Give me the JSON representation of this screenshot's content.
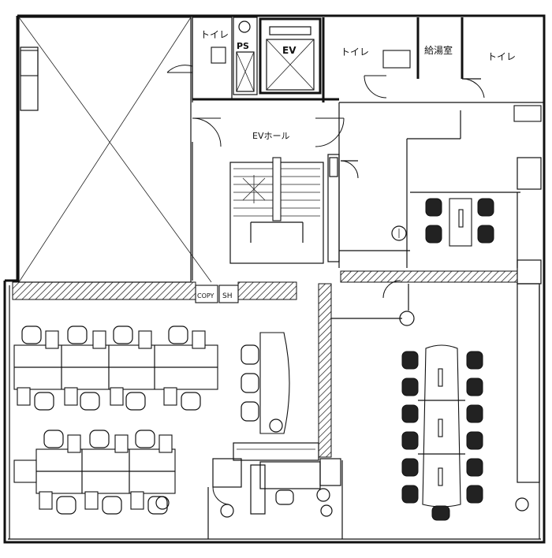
{
  "labels": {
    "toilet_1": "トイレ",
    "toilet_2": "トイレ",
    "toilet_3": "トイレ",
    "ps": "PS",
    "ev": "EV",
    "kitchenette": "給湯室",
    "ev_hall": "EVホール",
    "copy": "COPY",
    "sh": "SH"
  }
}
